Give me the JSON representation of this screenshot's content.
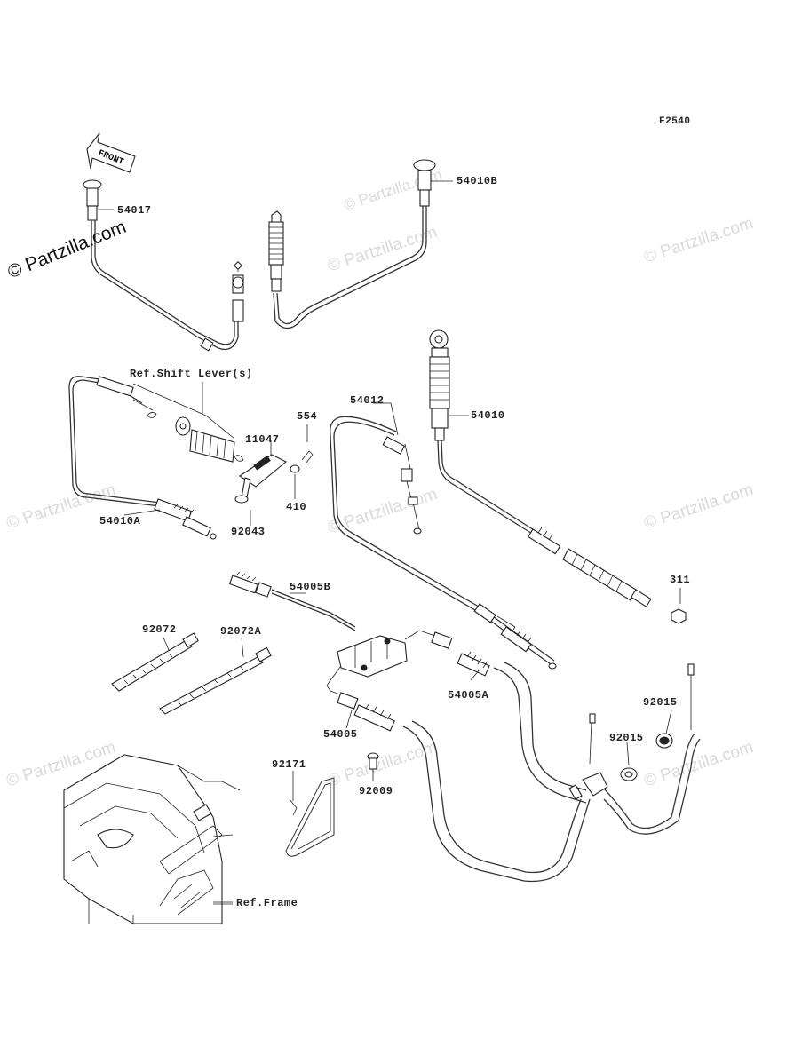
{
  "diagram_code": "F2540",
  "watermarks": {
    "main": "© Partzilla.com",
    "faint": "© Partzilla.com"
  },
  "front_arrow": "FRONT",
  "labels": {
    "p54017": "54017",
    "p54010B": "54010B",
    "ref_shift_lever": "Ref.Shift Lever(s)",
    "p11047": "11047",
    "p554": "554",
    "p410": "410",
    "p92043": "92043",
    "p54010A": "54010A",
    "p54012": "54012",
    "p54010": "54010",
    "p311": "311",
    "p54005B": "54005B",
    "p92072": "92072",
    "p92072A": "92072A",
    "p54005A": "54005A",
    "p54005": "54005",
    "p92015a": "92015",
    "p92015b": "92015",
    "p92171": "92171",
    "p92009": "92009",
    "ref_frame": "Ref.Frame"
  }
}
